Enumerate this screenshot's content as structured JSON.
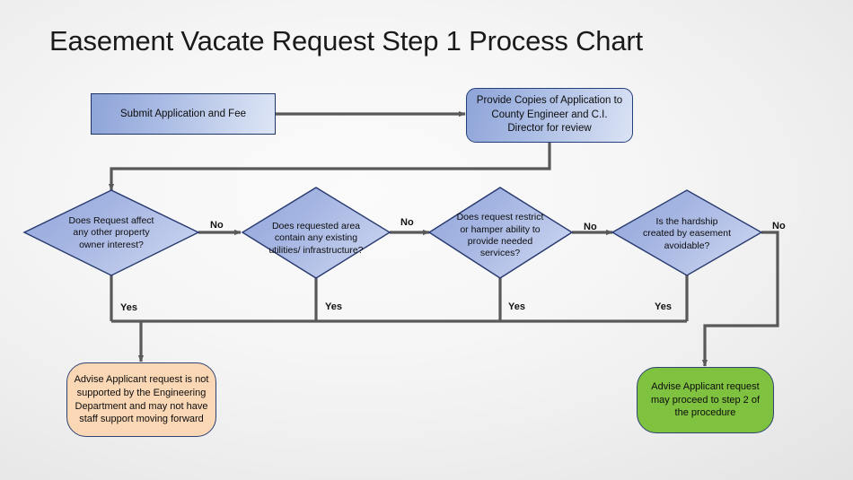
{
  "slide": {
    "title": "Easement Vacate Request Step 1 Process Chart",
    "background_color": "#efefef"
  },
  "palette": {
    "process_blue_dark": "#8ea4d8",
    "process_blue_light": "#dde5f6",
    "process_border": "#1f3564",
    "decision_fill": "#9fb0e0",
    "decision_border": "#27396e",
    "terminator_orange": "#fad7b5",
    "terminator_green": "#7fc240",
    "connector_gray": "#595959",
    "title_color": "#1a1a1a"
  },
  "nodes": [
    {
      "id": "submit-application",
      "shape": "rectangle",
      "label": "Submit Application and Fee"
    },
    {
      "id": "provide-copies",
      "shape": "rounded-rectangle",
      "label": "Provide Copies of Application to County Engineer and C.I. Director for review"
    },
    {
      "id": "decision-property-owner",
      "shape": "diamond",
      "label": "Does Request affect any other property owner interest?"
    },
    {
      "id": "decision-utilities",
      "shape": "diamond",
      "label": "Does requested area contain any existing utilities/ infrastructure?"
    },
    {
      "id": "decision-services",
      "shape": "diamond",
      "label": "Does request restrict or hamper ability to provide needed services?"
    },
    {
      "id": "decision-hardship",
      "shape": "diamond",
      "label": "Is the hardship created by easement avoidable?"
    },
    {
      "id": "outcome-not-supported",
      "shape": "terminator",
      "label": "Advise Applicant request is not supported by the Engineering Department and may not have staff support moving forward"
    },
    {
      "id": "outcome-proceed",
      "shape": "terminator",
      "label": "Advise Applicant request may proceed to step 2 of the procedure"
    }
  ],
  "edge_labels": {
    "no_1": "No",
    "no_2": "No",
    "no_3": "No",
    "no_4": "No",
    "yes_1": "Yes",
    "yes_2": "Yes",
    "yes_3": "Yes",
    "yes_4": "Yes"
  }
}
